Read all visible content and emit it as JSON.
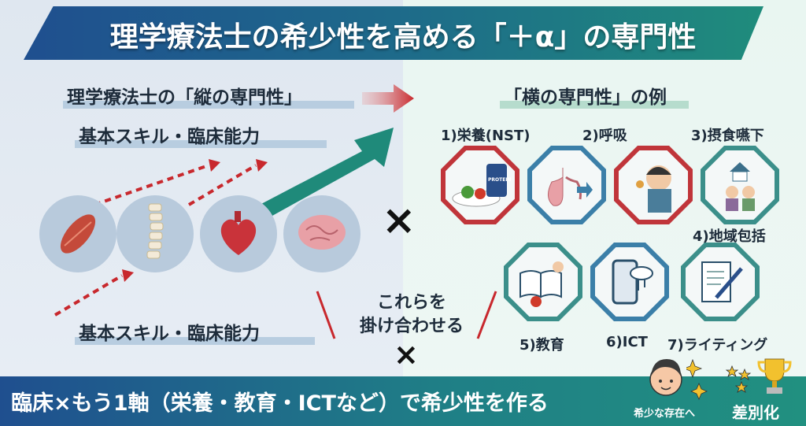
{
  "title": "理学療法士の希少性を高める「＋α」の専門性",
  "left": {
    "heading": "理学療法士の「縦の専門性」",
    "skills_top": "基本スキル・臨床能力",
    "skills_bottom": "基本スキル・臨床能力",
    "icons": [
      "muscle-icon",
      "spine-icon",
      "heart-icon",
      "brain-icon"
    ]
  },
  "center": {
    "multiply": "×",
    "combine_line1": "これらを",
    "combine_line2": "掛け合わせる",
    "multiply_bottom": "×"
  },
  "right": {
    "heading": "「横の専門性」の例",
    "items": [
      {
        "label": "1)栄養(NST)",
        "icon": "nutrition-icon",
        "badge": "PROTEIN",
        "color": "#c0353a"
      },
      {
        "label": "2)呼吸",
        "icon": "lungs-icon",
        "color": "#3b7fa8"
      },
      {
        "label": "3)摂食嚥下",
        "icon": "swallowing-icon",
        "color": "#c0353a"
      },
      {
        "label": "4)地域包括",
        "icon": "community-icon",
        "color": "#3b8f8a"
      },
      {
        "label": "5)教育",
        "icon": "education-icon",
        "color": "#3b8f8a"
      },
      {
        "label": "6)ICT",
        "icon": "ict-icon",
        "color": "#3b7fa8"
      },
      {
        "label": "7)ライティング",
        "icon": "writing-icon",
        "color": "#3b8f8a"
      }
    ]
  },
  "footer": {
    "text": "臨床×もう1軸（栄養・教育・ICTなど）で希少性を作る",
    "rare_label": "希少な存在へ",
    "diff_label": "差別化"
  }
}
